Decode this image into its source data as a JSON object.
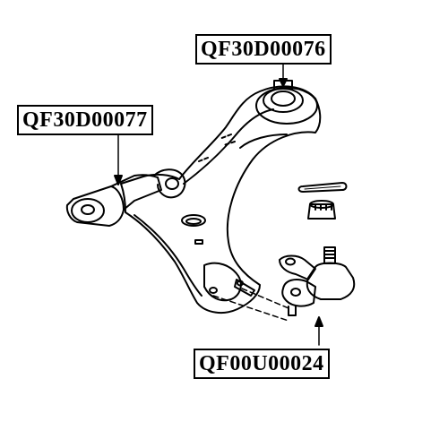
{
  "labels": {
    "bushing_rear": "QF30D00076",
    "bushing_front": "QF30D00077",
    "ball_joint": "QF00U00024"
  },
  "colors": {
    "line": "#000000",
    "background": "#ffffff"
  }
}
